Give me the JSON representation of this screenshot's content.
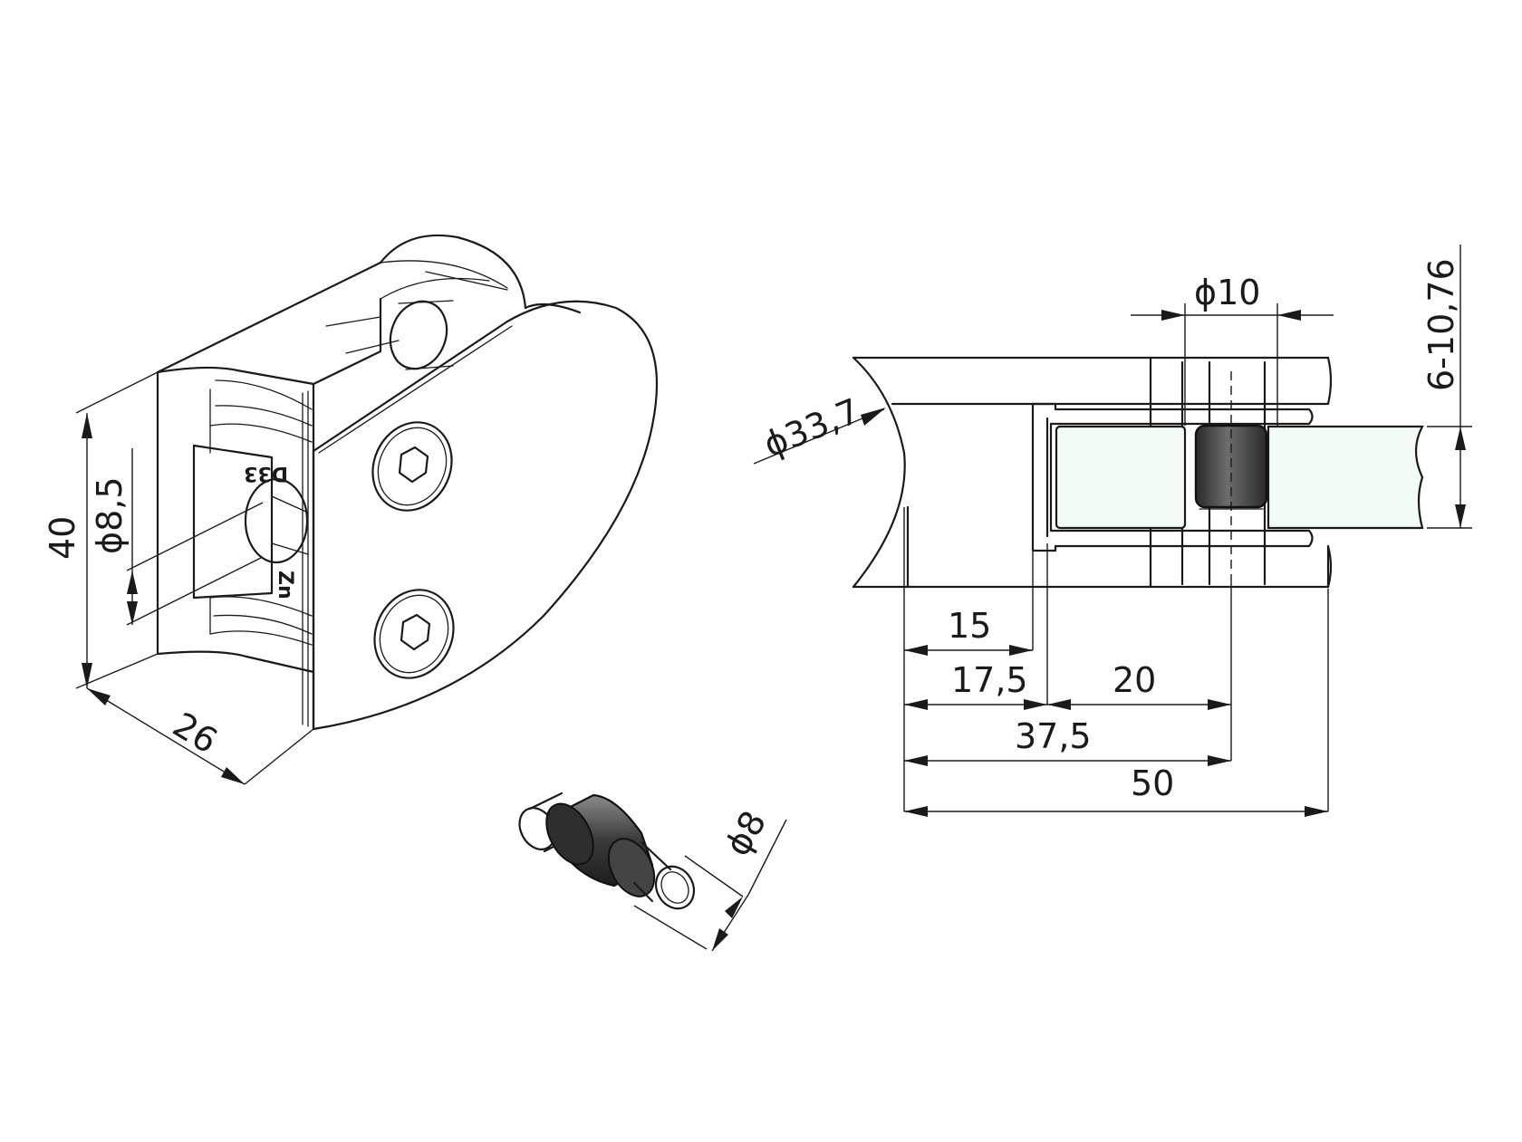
{
  "drawing": {
    "left_view": {
      "dim_height": "40",
      "dim_depth": "26",
      "dim_hole": "ϕ8,5",
      "engraving_top": "D33",
      "engraving_bottom": "Zn"
    },
    "pin_view": {
      "dim_pin": "ϕ8"
    },
    "section_view": {
      "dim_tube": "ϕ33,7",
      "dim_bore": "ϕ10",
      "dim_glass": "6-10,76",
      "dim_15": "15",
      "dim_17_5": "17,5",
      "dim_20": "20",
      "dim_37_5": "37,5",
      "dim_50": "50"
    }
  }
}
